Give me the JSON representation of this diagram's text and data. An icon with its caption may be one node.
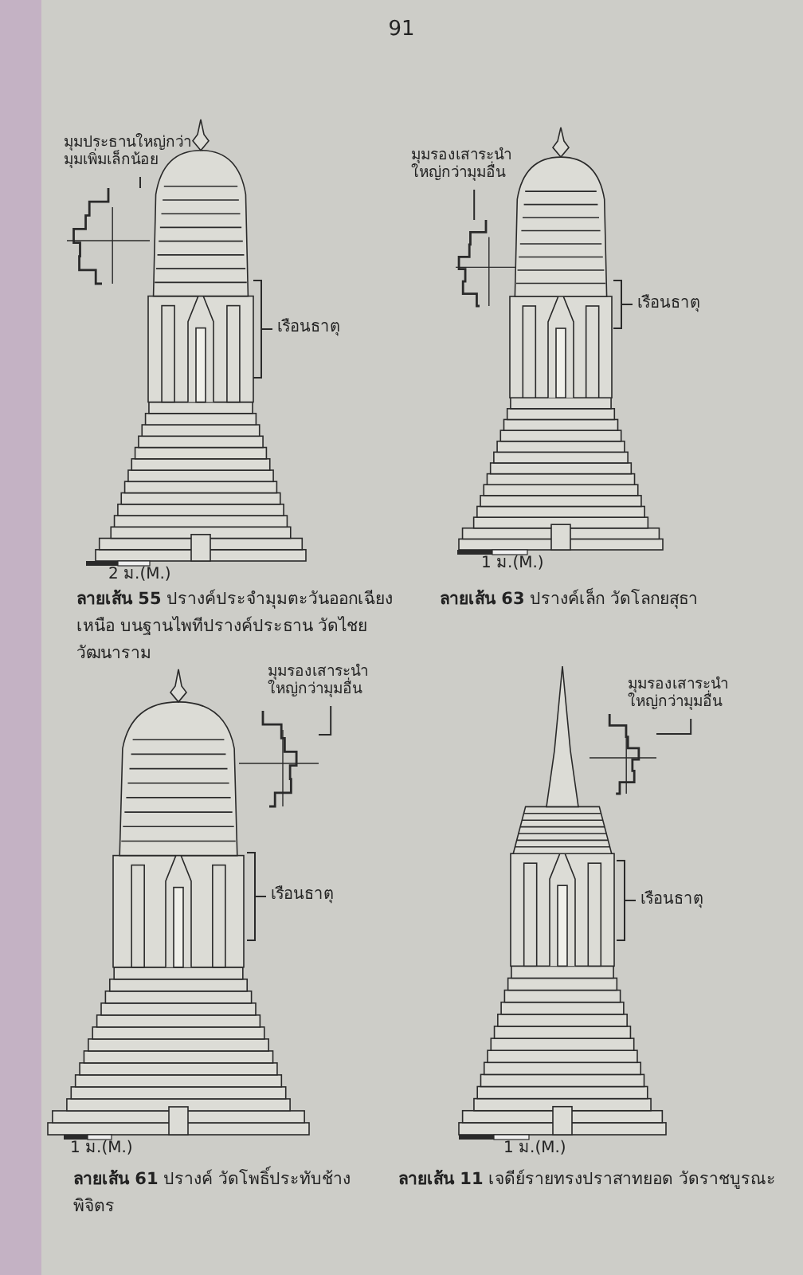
{
  "diagram": {
    "nodes": [
      {
        "text": [
          "มุมประธานใหญ่กว่า มุมเพิ่มเล็กน้อย"
        ]
      },
      {
        "text": [],
        "shape": "picture"
      },
      {
        "text": [
          "มุมรองเสาระนำ ใหญ่กว่ามุมอื่น"
        ]
      },
      {
        "text": [],
        "shape": "picture"
      },
      {
        "text": [
          "มุมรองเสาระนำ ใหญ่กว่ามุมอื่น"
        ]
      },
      {
        "text": [],
        "shape": "picture"
      },
      {
        "text": [
          "มุมรองเสาระนำ ใหญ่กว่ามุมอื่น"
        ]
      },
      {
        "text": [],
        "shape": "picture"
      }
    ],
    "edges": [
      {
        "from": 0,
        "to": 1,
        "arrow": "none"
      },
      {
        "from": 2,
        "to": 3,
        "arrow": "none"
      },
      {
        "from": 4,
        "to": 5,
        "arrow": "none"
      },
      {
        "from": 6,
        "to": 7,
        "arrow": "none"
      }
    ],
    "labels": [
      "91",
      "เรือนธาตุ",
      "2 ม.(M.)",
      "**ลายเส้น 55** ปรางค์ประจำมุมตะวันออกเฉียงเหนือ บนฐานไพทีปรางค์ประธาน วัดไชยวัฒนาราม",
      "เรือนธาตุ",
      "1 ม.(M.)",
      "**ลายเส้น 63** ปรางค์เล็ก วัดโลกยสุธา",
      "เรือนธาตุ",
      "1 ม.(M.)",
      "**ลายเส้น 61** ปรางค์ วัดโพธิ์ประทับช้าง พิจิตร",
      "เรือนธาตุ",
      "1 ม.(M.)",
      "**ลายเส้น 11** เจดีย์รายทรงปราสาทยอด วัดราชบูรณะ"
    ]
  }
}
